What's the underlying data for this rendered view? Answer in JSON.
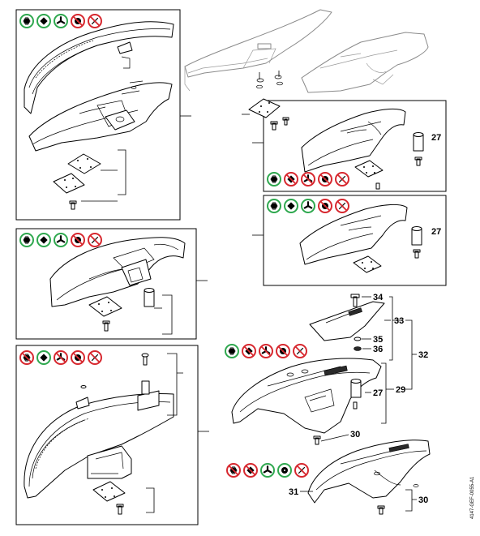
{
  "callouts": {
    "c27a": "27",
    "c27b": "27",
    "c34": "34",
    "c33": "33",
    "c35": "35",
    "c36": "36",
    "c32": "32",
    "c27c": "27",
    "c29": "29",
    "c30a": "30",
    "c31": "31",
    "c30b": "30"
  },
  "drawing_code": "4147-GEF-0055-A1",
  "tool_sets": [
    [
      "green",
      "green",
      "green",
      "red",
      "red"
    ],
    [
      "green",
      "green",
      "green",
      "red",
      "red"
    ],
    [
      "red",
      "green",
      "red",
      "red",
      "red"
    ],
    [
      "green",
      "red",
      "red",
      "red",
      "red"
    ],
    [
      "green",
      "green",
      "green",
      "red",
      "red"
    ],
    [
      "green",
      "red",
      "red",
      "red",
      "red"
    ],
    [
      "red",
      "red",
      "green",
      "green",
      "red"
    ]
  ],
  "colors": {
    "allowed": "#2fa84f",
    "not_allowed": "#d7282f"
  }
}
